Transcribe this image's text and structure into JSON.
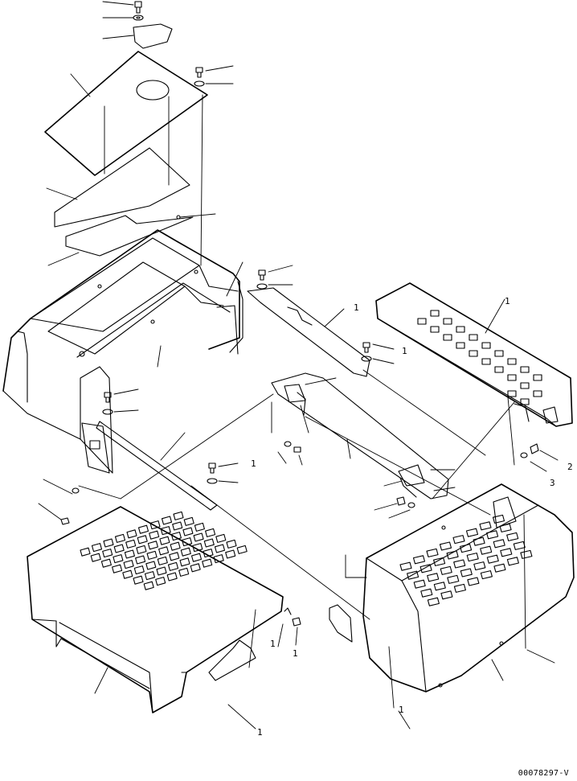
{
  "drawing": {
    "number": "00078297-V"
  },
  "callouts": [
    "1",
    "1",
    "1",
    "2",
    "3",
    "1",
    "1",
    "1",
    "1",
    "1"
  ]
}
